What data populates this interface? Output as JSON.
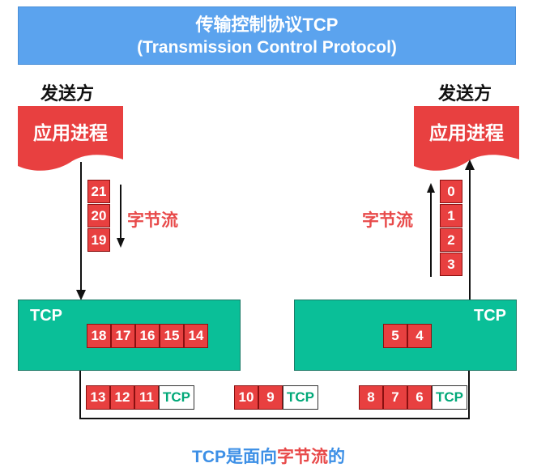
{
  "header": {
    "title_cn": "传输控制协议TCP",
    "title_en": "(Transmission Control Protocol)"
  },
  "sender": {
    "label": "发送方",
    "process": "应用进程",
    "stream_label": "字节流",
    "stream_bytes": [
      "21",
      "20",
      "19"
    ],
    "tcp_label": "TCP",
    "buffer_bytes": [
      "18",
      "17",
      "16",
      "15",
      "14"
    ]
  },
  "receiver": {
    "label": "发送方",
    "process": "应用进程",
    "stream_label": "字节流",
    "stream_bytes": [
      "0",
      "1",
      "2",
      "3"
    ],
    "tcp_label": "TCP",
    "buffer_bytes": [
      "5",
      "4"
    ]
  },
  "segments": [
    {
      "bytes": [
        "13",
        "12",
        "11"
      ],
      "header": "TCP"
    },
    {
      "bytes": [
        "10",
        "9"
      ],
      "header": "TCP"
    },
    {
      "bytes": [
        "8",
        "7",
        "6"
      ],
      "header": "TCP"
    }
  ],
  "caption": {
    "part1": "TCP是面向",
    "highlight": "字节流",
    "part2": "的"
  },
  "colors": {
    "banner": "#5ba3ee",
    "process": "#e84040",
    "tcp_box": "#0abf98",
    "byte_cell": "#e84040",
    "caption_blue": "#3c8fe6",
    "highlight_red": "#e84a4a"
  }
}
